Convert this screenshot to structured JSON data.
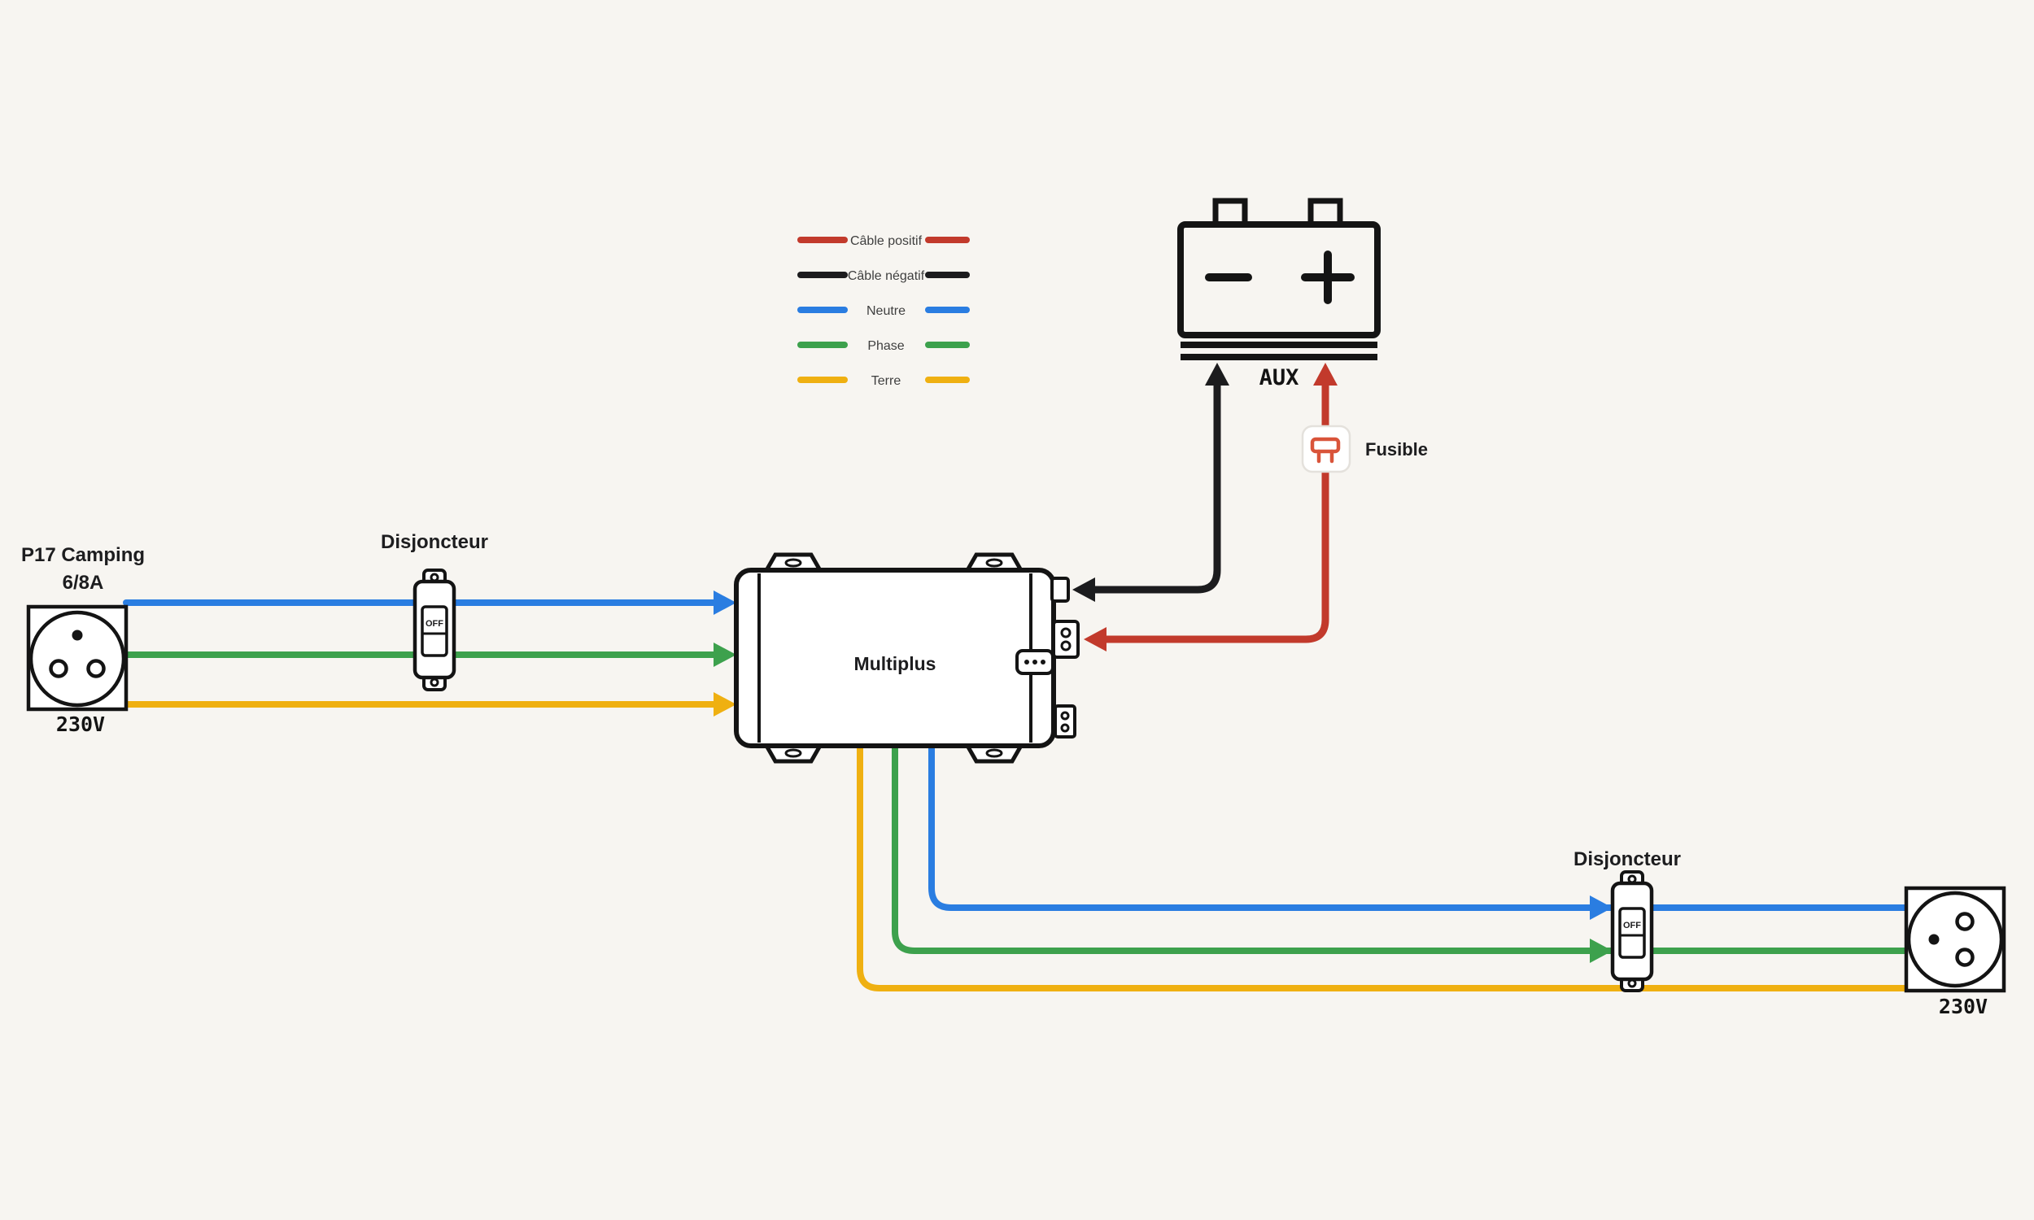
{
  "colors": {
    "background": "#f7f5f1",
    "cable_positive": "#c23a2c",
    "cable_negative": "#1c1c1e",
    "neutral": "#2a7de1",
    "phase": "#3da14d",
    "earth": "#efb011",
    "fuse_icon": "#d9543a"
  },
  "legend": {
    "items": [
      {
        "label": "Câble positif",
        "color": "#c23a2c"
      },
      {
        "label": "Câble négatif",
        "color": "#1c1c1e"
      },
      {
        "label": "Neutre",
        "color": "#2a7de1"
      },
      {
        "label": "Phase",
        "color": "#3da14d"
      },
      {
        "label": "Terre",
        "color": "#efb011"
      }
    ]
  },
  "shore_inlet": {
    "title": "P17 Camping",
    "subtitle": "6/8A",
    "voltage": "230V"
  },
  "breaker_input": {
    "label": "Disjoncteur",
    "switch": "OFF"
  },
  "breaker_output": {
    "label": "Disjoncteur",
    "switch": "OFF"
  },
  "inverter": {
    "label": "Multiplus"
  },
  "battery": {
    "label": "AUX"
  },
  "fuse": {
    "label": "Fusible"
  },
  "outlet": {
    "voltage": "230V"
  }
}
